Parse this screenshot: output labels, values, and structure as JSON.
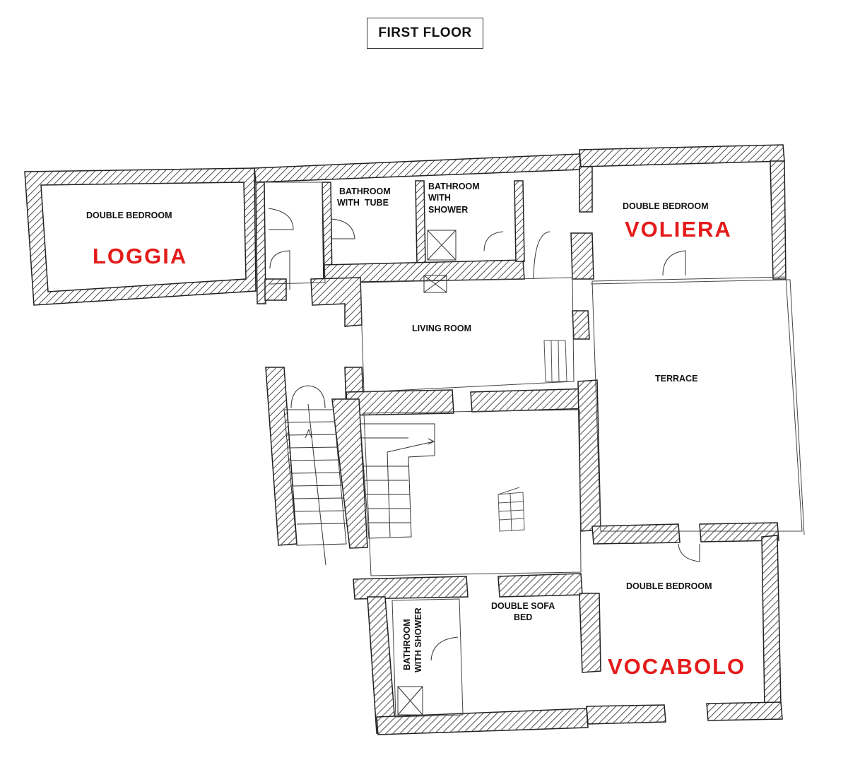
{
  "title": "FIRST FLOOR",
  "colors": {
    "wall_hatch": "#222222",
    "room_name": "#e41b1b",
    "label": "#111111"
  },
  "rooms": {
    "loggia": {
      "type": "DOUBLE BEDROOM",
      "name": "LOGGIA"
    },
    "bathroom_tube": {
      "line1": "BATHROOM",
      "line2": "WITH  TUBE"
    },
    "bathroom_shower_top": {
      "line1": "BATHROOM",
      "line2": "WITH",
      "line3": "SHOWER"
    },
    "voliera": {
      "type": "DOUBLE BEDROOM",
      "name": "VOLIERA"
    },
    "living_room": {
      "type": "LIVING ROOM"
    },
    "terrace": {
      "type": "TERRACE"
    },
    "bathroom_shower_bottom": {
      "line1": "BATHROOM",
      "line2": "WITH SHOWER"
    },
    "sofa_bed": {
      "line1": "DOUBLE SOFA",
      "line2": "BED"
    },
    "vocabolo": {
      "type": "DOUBLE BEDROOM",
      "name": "VOCABOLO"
    }
  }
}
